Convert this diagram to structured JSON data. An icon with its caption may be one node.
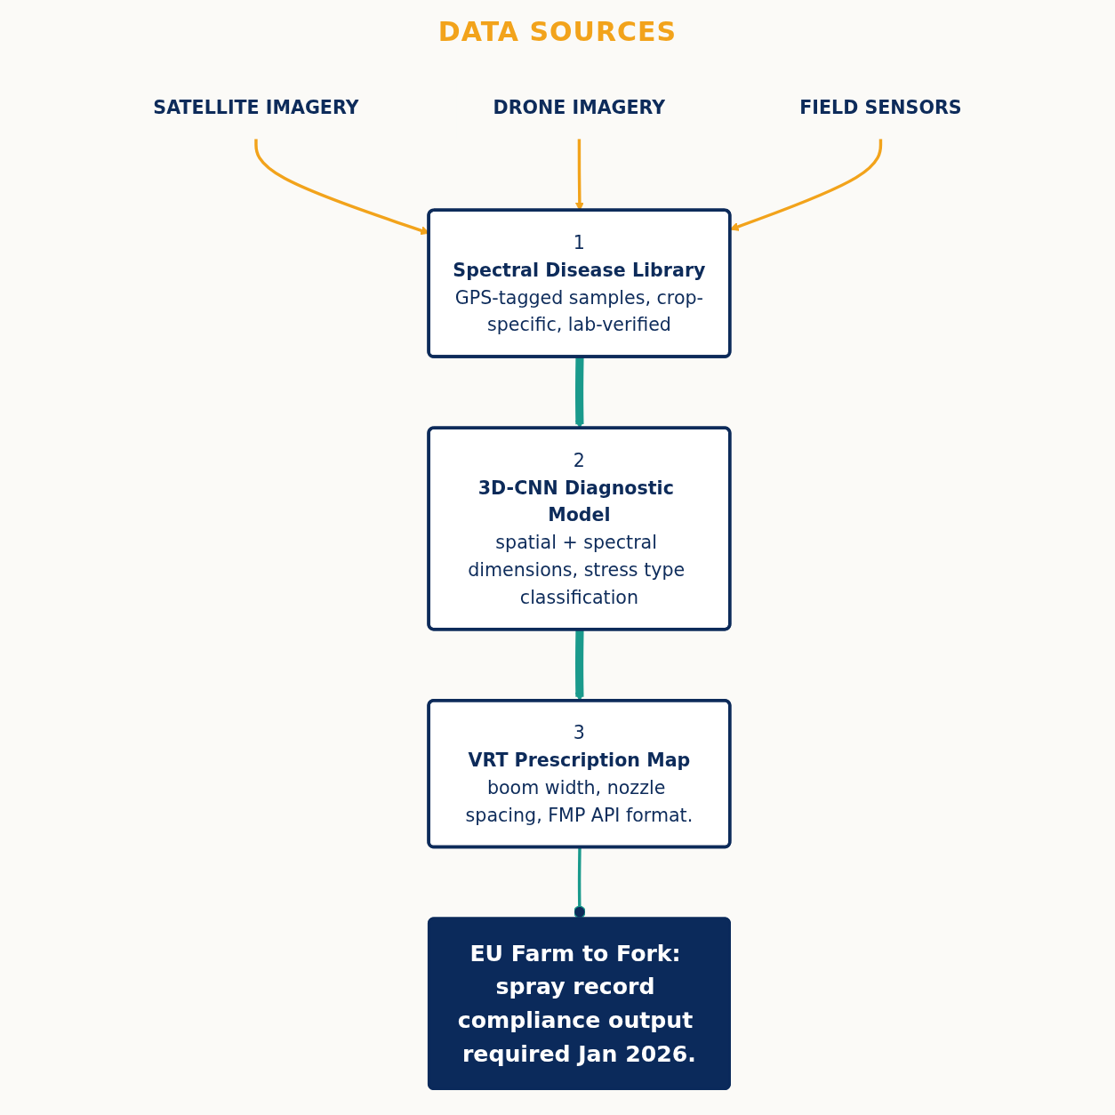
{
  "diagram": {
    "title": "DATA SOURCES",
    "nodes": [
      {
        "text": [
          "SATELLITE IMAGERY"
        ]
      },
      {
        "text": [
          "DRONE IMAGERY"
        ]
      },
      {
        "text": [
          "FIELD SENSORS"
        ]
      },
      {
        "text": [
          "1",
          "Spectral Disease Library",
          "GPS-tagged samples, crop-specific, lab-verified"
        ]
      },
      {
        "text": [
          "2",
          "3D-CNN Diagnostic Model",
          "spatial + spectral dimensions, stress type classification"
        ]
      },
      {
        "text": [
          "3",
          "VRT Prescription Map",
          "boom width, nozzle spacing, FMP API format."
        ]
      },
      {
        "text": [
          "EU Farm to Fork: spray record compliance output required Jan 2026."
        ]
      }
    ],
    "edges": [
      {
        "from": 0,
        "to": 3,
        "arrow": "to",
        "color": "#f2a31b"
      },
      {
        "from": 1,
        "to": 3,
        "arrow": "to",
        "color": "#f2a31b"
      },
      {
        "from": 2,
        "to": 3,
        "arrow": "to",
        "color": "#f2a31b"
      },
      {
        "from": 3,
        "to": 4,
        "arrow": "to",
        "style": "thick",
        "color": "#1a9a8c"
      },
      {
        "from": 4,
        "to": 5,
        "arrow": "to",
        "style": "thick",
        "color": "#1a9a8c"
      },
      {
        "from": 5,
        "to": 6,
        "arrow": "other",
        "color": "#1a9a8c"
      }
    ]
  }
}
